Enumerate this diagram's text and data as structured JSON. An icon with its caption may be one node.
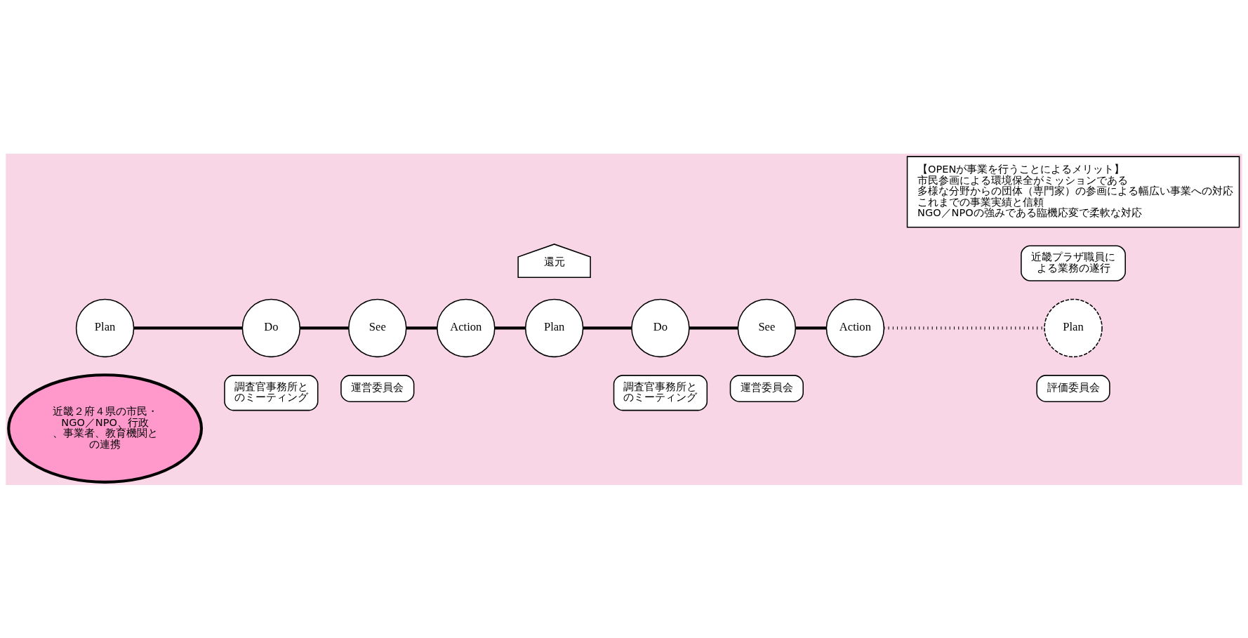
{
  "diagram": {
    "nodes": [
      {
        "text": [
          "近畿２府４県の市民・NGO／NPO、行政、事業者、教育機関との連携"
        ]
      },
      {
        "text": [
          "調査官事務所とのミーティング"
        ]
      },
      {
        "text": [
          "運営委員会"
        ]
      },
      {
        "text": [
          "調査官事務所とのミーティング"
        ]
      },
      {
        "text": [
          "運営委員会"
        ]
      },
      {
        "text": [
          "評価委員会"
        ]
      },
      {
        "text": [
          "Plan"
        ]
      },
      {
        "text": [
          "Do"
        ]
      },
      {
        "text": [
          "See"
        ]
      },
      {
        "text": [
          "Action"
        ]
      },
      {
        "text": [
          "Plan"
        ]
      },
      {
        "text": [
          "Do"
        ]
      },
      {
        "text": [
          "See"
        ]
      },
      {
        "text": [
          "Action"
        ]
      },
      {
        "text": [
          "Plan"
        ]
      },
      {
        "text": [
          "近畿プラザ職員による業務の遂行"
        ]
      },
      {
        "text": [
          "還元"
        ]
      },
      {
        "text": [
          "【OPENが事業を行うことによるメリット】",
          "市民参画による環境保全がミッションである",
          "多様な分野からの団体（専門家）の参画による幅広い事業への対応",
          "これまでの事業実績と信頼",
          "NGO／NPOの強みである臨機応変で柔軟な対応"
        ]
      }
    ],
    "edges": [
      {
        "from": 6,
        "to": 7,
        "arrow": "none"
      },
      {
        "from": 7,
        "to": 8,
        "arrow": "none"
      },
      {
        "from": 8,
        "to": 9,
        "arrow": "none"
      },
      {
        "from": 9,
        "to": 10,
        "arrow": "none"
      },
      {
        "from": 10,
        "to": 11,
        "arrow": "none"
      },
      {
        "from": 11,
        "to": 12,
        "arrow": "none"
      },
      {
        "from": 12,
        "to": 13,
        "arrow": "none"
      },
      {
        "from": 13,
        "to": 14,
        "arrow": "none",
        "style": "dashed"
      }
    ]
  }
}
